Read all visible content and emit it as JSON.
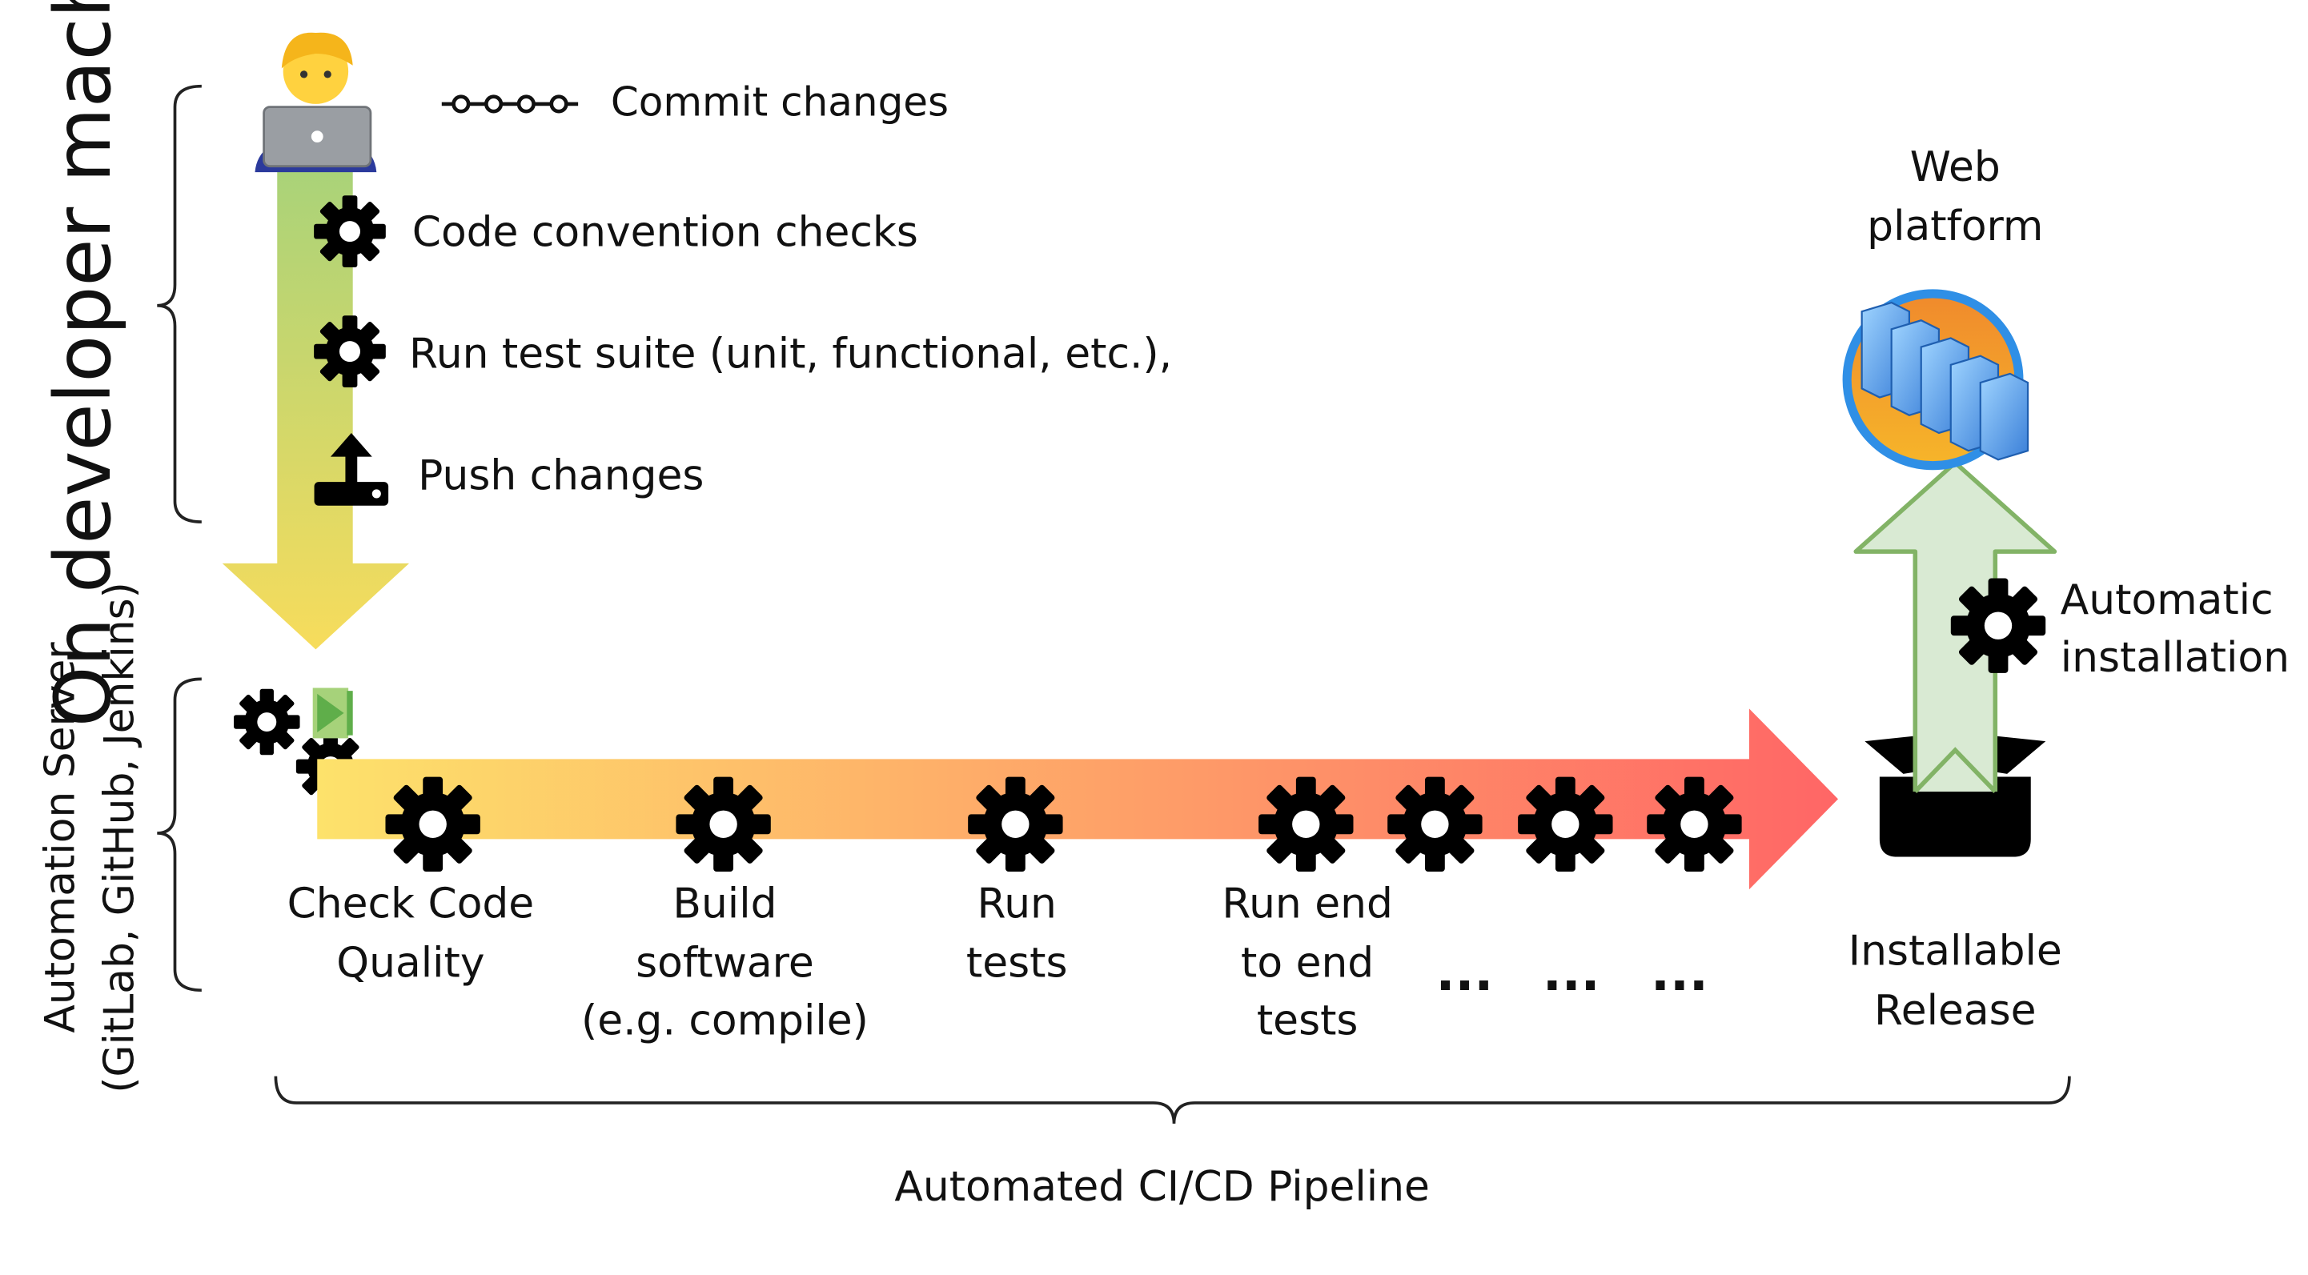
{
  "diagram": {
    "developer_section": {
      "side_label": "On developer machine",
      "commit_label": "Commit changes",
      "steps": [
        {
          "label": "Code convention checks",
          "icon": "gear-icon"
        },
        {
          "label": "Run test suite (unit, functional, etc.),",
          "icon": "gear-icon"
        },
        {
          "label": "Push changes",
          "icon": "upload-icon"
        }
      ]
    },
    "server_section": {
      "side_label_line1": "Automation Server",
      "side_label_line2": "(GitLab, GitHub, Jenkins)",
      "stages": [
        {
          "lines": [
            "Check Code",
            "Quality"
          ]
        },
        {
          "lines": [
            "Build",
            "software",
            "(e.g. compile)"
          ]
        },
        {
          "lines": [
            "Run",
            "tests"
          ]
        },
        {
          "lines": [
            "Run end",
            "to end",
            "tests"
          ]
        }
      ],
      "ellipses": [
        "...",
        "...",
        "..."
      ]
    },
    "release": {
      "label_line1": "Installable",
      "label_line2": "Release"
    },
    "install": {
      "label_line1": "Automatic",
      "label_line2": "installation"
    },
    "web": {
      "label_line1": "Web",
      "label_line2": "platform"
    },
    "pipeline_label": "Automated CI/CD Pipeline",
    "colors": {
      "vertical_arrow_top": "#a6d27a",
      "vertical_arrow_bottom": "#f7dc5c",
      "pipeline_start": "#fde26b",
      "pipeline_end": "#ff6666",
      "install_arrow_fill": "#d9ead3",
      "install_arrow_stroke": "#82b366",
      "globe_orange": "#f29a1e",
      "globe_ring": "#2f8fe6"
    }
  }
}
